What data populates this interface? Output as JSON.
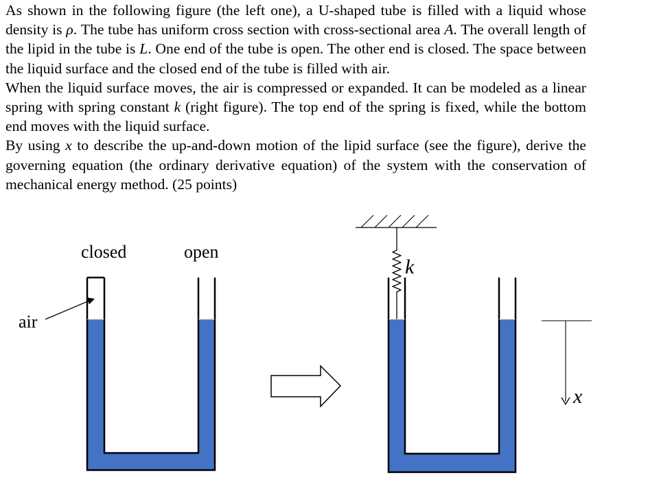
{
  "problem": {
    "paragraph1": {
      "before_rho": "As shown in the following figure (the left one), a U-shaped tube is filled with a liquid whose density is ",
      "rho": "ρ",
      "between_rho_A": ". The tube has uniform cross section with cross-sectional area ",
      "A": "A",
      "between_A_L": ". The overall length of the lipid in the tube is ",
      "L": "L",
      "after_L": ". One end of the tube is open. The other end is closed. The space between the liquid surface and the closed end of the tube is filled with air."
    },
    "paragraph2": {
      "before_k": "When the liquid surface moves, the air is compressed or expanded. It can be modeled as a linear spring with spring constant ",
      "k": "k",
      "after_k": " (right figure). The top end of the spring is fixed, while the bottom end moves with the liquid surface."
    },
    "paragraph3": {
      "before_x": "By using ",
      "x": "x",
      "after_x": " to describe the up-and-down motion of the lipid surface (see the figure), derive the governing equation (the ordinary derivative equation) of the system with the conservation of mechanical energy method. (25 points)"
    }
  },
  "figure": {
    "left": {
      "closed_label": "closed",
      "open_label": "open",
      "air_label": "air"
    },
    "right": {
      "spring_label": "k",
      "displacement_label": "x"
    },
    "colors": {
      "liquid": "#4472c4",
      "outline": "#000000",
      "background": "#ffffff"
    }
  }
}
